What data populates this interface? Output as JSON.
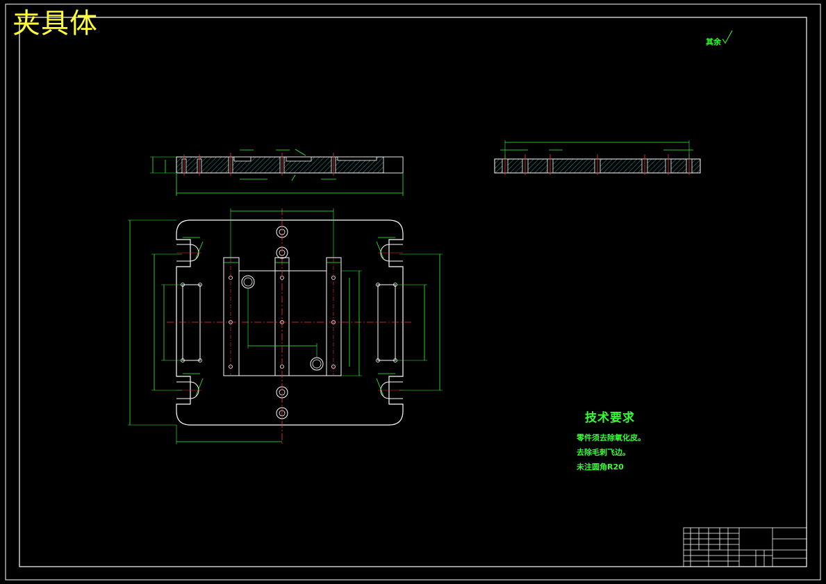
{
  "drawing": {
    "title": "夹具体",
    "roughness_note": "其余",
    "roughness_symbol": "√",
    "technical_requirements": {
      "heading": "技术要求",
      "items": [
        "零件须去除氧化皮。",
        "去除毛刺飞边。",
        "未注圆角R20"
      ]
    }
  },
  "colors": {
    "background": "#000000",
    "outline": "#ffffff",
    "dimension": "#33ff33",
    "centerline": "#ff3333",
    "hatch": "#33cccc",
    "title": "#ffff33"
  }
}
